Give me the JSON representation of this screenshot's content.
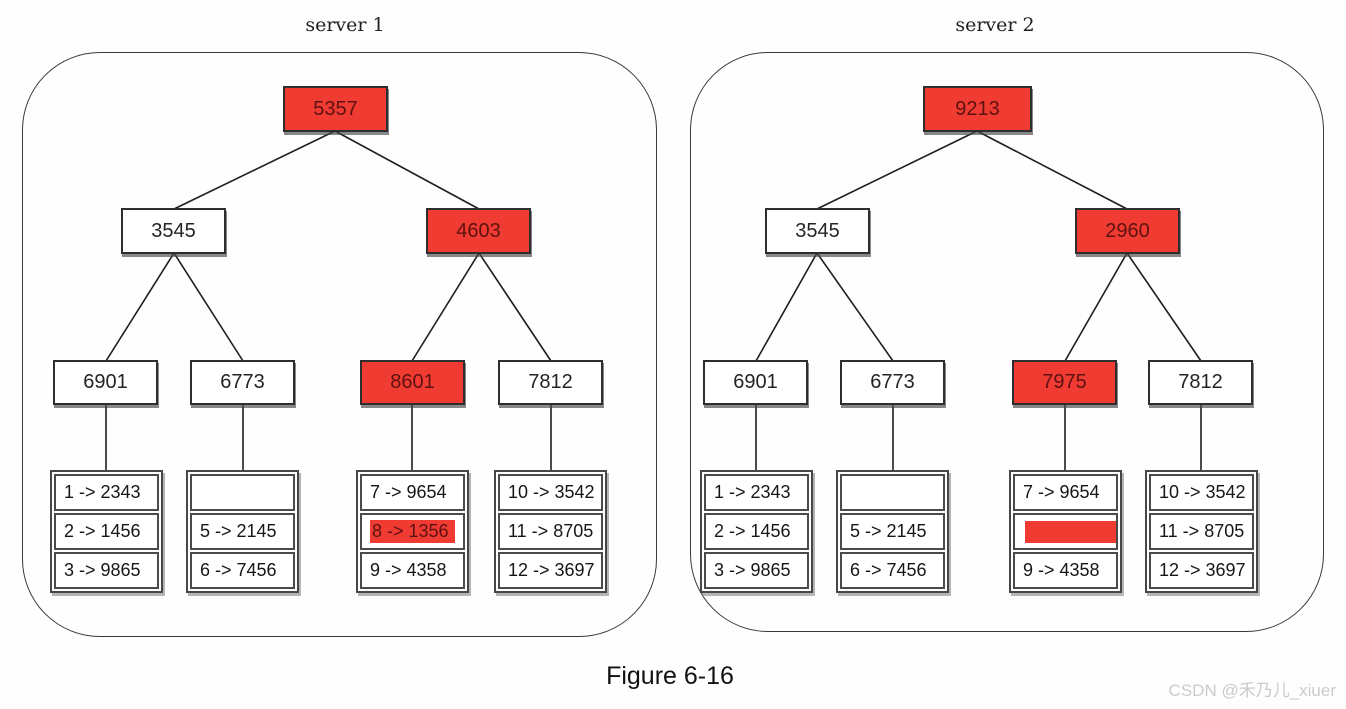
{
  "figure": {
    "caption": "Figure 6-16",
    "watermark": "CSDN @禾乃儿_xiuer"
  },
  "colors": {
    "highlight_red": "#f03b33",
    "node_border": "#2e2e2e",
    "line": "#1e1e1e",
    "watermark_gray": "#cbcbcb"
  },
  "servers": [
    {
      "title": "server 1",
      "root": {
        "label": "5357",
        "highlight": true
      },
      "level2": [
        {
          "label": "3545",
          "highlight": false
        },
        {
          "label": "4603",
          "highlight": true
        }
      ],
      "level3": [
        {
          "label": "6901",
          "highlight": false
        },
        {
          "label": "6773",
          "highlight": false
        },
        {
          "label": "8601",
          "highlight": true
        },
        {
          "label": "7812",
          "highlight": false
        }
      ],
      "tables": [
        {
          "rows": [
            {
              "text": "1 -> 2343"
            },
            {
              "text": "2 -> 1456"
            },
            {
              "text": "3 -> 9865"
            }
          ]
        },
        {
          "rows": [
            {
              "text": ""
            },
            {
              "text": "5 -> 2145"
            },
            {
              "text": "6 -> 7456"
            }
          ]
        },
        {
          "rows": [
            {
              "text": "7 -> 9654"
            },
            {
              "text": "8 -> 1356",
              "highlight": "text"
            },
            {
              "text": "9 -> 4358"
            }
          ]
        },
        {
          "rows": [
            {
              "text": "10 -> 3542"
            },
            {
              "text": "11 -> 8705"
            },
            {
              "text": "12 -> 3697"
            }
          ]
        }
      ]
    },
    {
      "title": "server 2",
      "root": {
        "label": "9213",
        "highlight": true
      },
      "level2": [
        {
          "label": "3545",
          "highlight": false
        },
        {
          "label": "2960",
          "highlight": true
        }
      ],
      "level3": [
        {
          "label": "6901",
          "highlight": false
        },
        {
          "label": "6773",
          "highlight": false
        },
        {
          "label": "7975",
          "highlight": true
        },
        {
          "label": "7812",
          "highlight": false
        }
      ],
      "tables": [
        {
          "rows": [
            {
              "text": "1 -> 2343"
            },
            {
              "text": "2 -> 1456"
            },
            {
              "text": "3 -> 9865"
            }
          ]
        },
        {
          "rows": [
            {
              "text": ""
            },
            {
              "text": "5 -> 2145"
            },
            {
              "text": "6 -> 7456"
            }
          ]
        },
        {
          "rows": [
            {
              "text": "7 -> 9654"
            },
            {
              "text": "",
              "highlight": "bar"
            },
            {
              "text": "9 -> 4358"
            }
          ]
        },
        {
          "rows": [
            {
              "text": "10 -> 3542"
            },
            {
              "text": "11 -> 8705"
            },
            {
              "text": "12 -> 3697"
            }
          ]
        }
      ]
    }
  ]
}
